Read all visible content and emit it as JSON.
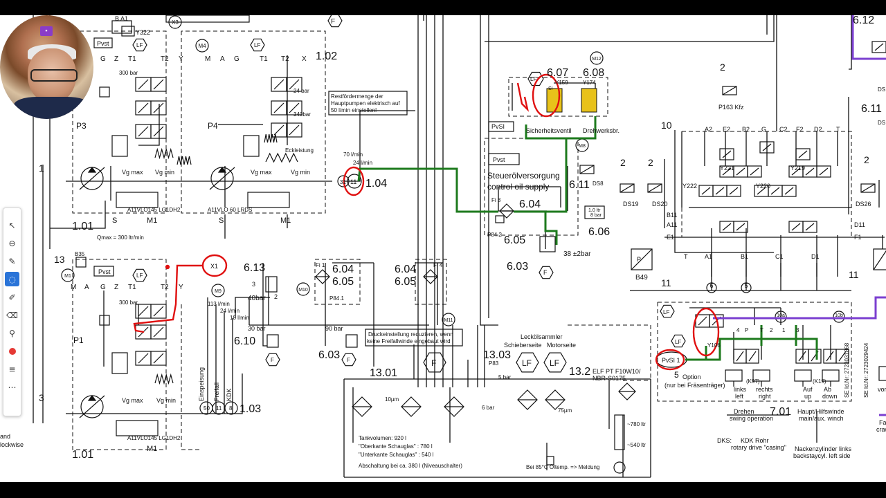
{
  "colors": {
    "green": "#1d7a1d",
    "red": "#e01010",
    "purple": "#7b3fd0",
    "ink": "#111111"
  },
  "labels": {
    "y322": "Y322",
    "b1a1": "B A1",
    "x3": "X3",
    "f_top": "F",
    "pvst_p3": "Pvst",
    "lf_p3": "LF",
    "m4": "M4",
    "lf_p4": "LF",
    "ports_p3": [
      "G",
      "Z",
      "T1",
      "T2",
      "Y"
    ],
    "ports_p4": [
      "M",
      "A",
      "G",
      "T1",
      "T2",
      "X"
    ],
    "n102": "1.02",
    "bar300_p3": "300 bar",
    "bar24_p4": "24 bar",
    "bar340": "340bar",
    "eckleistung": "Eckleistung",
    "p3": "P3",
    "p4": "P4",
    "restfoerder": [
      "Restfördermenge der",
      "Hauptpumpen elektrisch auf",
      "50 l/min einstellen!"
    ],
    "vg_p3": [
      "Vg max",
      "Vg min"
    ],
    "vg_p4": [
      "Vg max",
      "Vg min"
    ],
    "model_p3": "A11VLO145 LG1DH2",
    "model_p4": "A11VLO 60 LRDS",
    "s_p3": "S",
    "m1_p3": "M1",
    "s_p4": "S",
    "m1_p4": "M1",
    "n101_top": "1.01",
    "qmax": "Qmax = 300 ltr/min",
    "n1_left": "1",
    "n3_left": "3",
    "flow70": "70 l/min",
    "flow24": "24 l/min",
    "n31": "31",
    "n11_top": "11",
    "n104": "1.04",
    "pvsi": "PvSI",
    "sicherheitsventil": "Sicherheitsventil",
    "drehwerksbr": "Drehwerksbr.",
    "n607": "6.07",
    "n608": "6.08",
    "y159": "Y159",
    "y174": "Y174",
    "si": "SI",
    "m12": "M12",
    "lf_607": "LF",
    "m8": "M8",
    "pvst_sov": "Pvst",
    "steueroel": "Steuerölversorgung",
    "control_oil": "control oil supply",
    "n611": "6.11",
    "ds8": "DS8",
    "fi3": "Fi 3",
    "n604": "6.04",
    "p842": "P84.2",
    "n605": "6.05",
    "ltr10": [
      "1,0 ltr",
      "8 bar"
    ],
    "n606": "6.06",
    "bar38": "38 ±2bar",
    "n603": "6.03",
    "f_603": "F",
    "n2_ds19": "2",
    "n2_ds20": "2",
    "ds19": "DS19",
    "ds20": "DS20",
    "n10": "10",
    "ports_valve_top": [
      "A2",
      "E2",
      "B2",
      "G",
      "C2",
      "F2",
      "D2",
      "T"
    ],
    "y221": "Y221",
    "y219": "Y219",
    "y222": "Y222",
    "y220": "Y220",
    "b11": "B11",
    "a11": "A11",
    "e1": "E1",
    "d11": "D11",
    "f1": "F1",
    "ports_valve_bot": [
      "T",
      "A1",
      "B1",
      "C1",
      "D1"
    ],
    "b49": "B49",
    "n11_b49": "11",
    "n11_right": "11",
    "p_b49": "P",
    "circ_6": "6",
    "circ_5": "5",
    "circ_10a": "10a",
    "circ_10b": "10b",
    "n2_p163": "2",
    "p163": "P163 Kfz",
    "n2_ds26": "2",
    "ds26": "DS26",
    "n612": "6.12",
    "n611_right": "6.11",
    "m1_p1": "M1",
    "n13": "13",
    "b35": "B35",
    "pvst_p1": "Pvst",
    "lf_p1": "LF",
    "ports_p1": [
      "M",
      "A",
      "G",
      "Z",
      "T1",
      "T2",
      "Y"
    ],
    "x1": "X1",
    "m9": "M9",
    "flow113": "113 l/min",
    "flow24b": "24 l/min",
    "flow18": "18 l/min",
    "bar300_p1": "300 bar",
    "p1": "P1",
    "vg_p1": [
      "Vg max",
      "Vg min"
    ],
    "model_p1": "A11VLO145 LG1DH2",
    "m1_p1b": "M1",
    "n101_bot": "1.01",
    "n613": "6.13",
    "bar40": "40bar",
    "n3_613": "3",
    "n2_613": "2",
    "m10": "M10",
    "fi1": "Fi 1",
    "n604b": "6.04",
    "n605b": "6.05",
    "p841": "P84.1",
    "n604c": "6.04",
    "n605c": "6.05",
    "fi4": "Fi 4",
    "m11": "M11",
    "bar30": "30 bar",
    "n610": "6.10",
    "f_610": "F",
    "bar90": "90 bar",
    "n603b": "6.03",
    "f_603b": "F",
    "druck": [
      "Druckeinstellung reduzieren, wenn",
      "keine Freifallwinde eingebaut wird"
    ],
    "einspeisung": "Einspeisung",
    "freifall": "Freifall",
    "kdk": "KDK",
    "c50": "50",
    "c11": "11",
    "c8": "8",
    "n103": "1.03",
    "lecksammler": "Leckölsammler",
    "schieberseite": "Schieberseite",
    "motorseite": "Motorseite",
    "f_leck": "F",
    "n1303": "13.03",
    "p83": "P83",
    "bar5": "5 bar",
    "lf_a": "LF",
    "lf_b": "LF",
    "n132": "13.2",
    "elf": [
      "ELF PT F10W10/",
      "NBR-S0175"
    ],
    "n1301": "13.01",
    "um10": "10µm",
    "bar6": "6 bar",
    "um75": "75µm",
    "tank": [
      "Tankvolumen: 920 l",
      "\"Oberkante Schauglas\" : 780 l",
      "\"Unterkante Schauglas\" : 540 l"
    ],
    "abschaltung": "Abschaltung bei ca. 380 l (Niveauschalter)",
    "meldung": "Bei 85°C Öltemp. => Meldung",
    "ltr780": "~780 ltr",
    "ltr540": "~540 ltr",
    "lf_valve": "LF",
    "lf_pvsi": "LF",
    "pvsi1": "PvSI 1",
    "y106": "Y106",
    "n5": "5",
    "option": "Option",
    "fraese": "(nur bei Fräsenträger)",
    "ports_lower": [
      "4",
      "P",
      "T",
      "2",
      "1",
      "3"
    ],
    "k97": "(K97)",
    "k19": "(K19)",
    "links": "links",
    "left": "left",
    "rechts": "rechts",
    "right": "right",
    "auf": "Auf",
    "up": "up",
    "ab": "Ab",
    "down": "down",
    "se1": "SE Id.Nr: 2723031868",
    "se2": "SE Id.Nr: 2723029424",
    "vor": "vor",
    "n701": "7.01",
    "drehen": "Drehen",
    "swing": "swing operation",
    "haupt": "Haupt/Hilfswinde",
    "main": "main/aux. winch",
    "dks": "DKS:",
    "kdkrohr": "KDK Rohr",
    "rotary": "rotary drive \"casing\"",
    "nacken": [
      "Nackenzylinder links",
      "backstaycyl. left side"
    ],
    "fa": "Fa",
    "craw": "craw",
    "and": "and",
    "lockwise": "lockwise",
    "ds_right": "DS",
    "ds_right2": "DS"
  },
  "toolbar": {
    "items": [
      "pointer-icon",
      "zoom-icon",
      "pen-icon",
      "lasso-icon",
      "highlighter-icon",
      "eraser-icon",
      "pin-icon",
      "record-icon",
      "menu-icon",
      "more-icon"
    ],
    "glyphs": [
      "↖",
      "⊖",
      "✎",
      "◌",
      "✐",
      "⌫",
      "⚲",
      "",
      "≡",
      "⋯"
    ]
  }
}
